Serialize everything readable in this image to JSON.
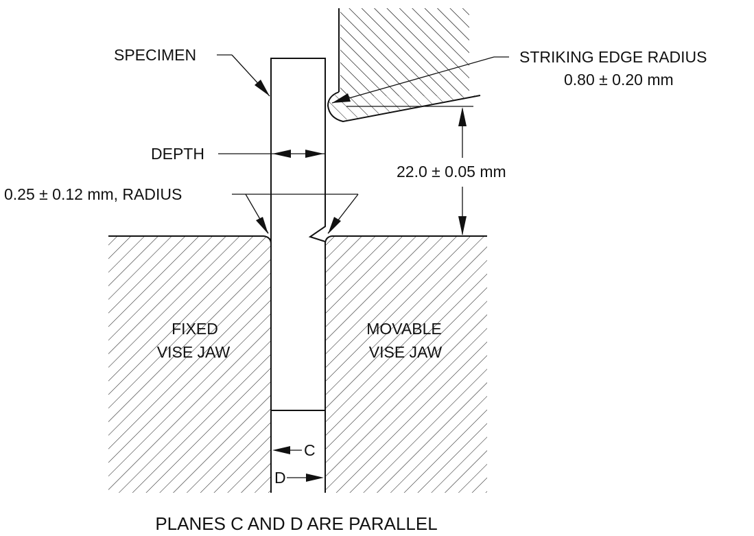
{
  "labels": {
    "specimen": "SPECIMEN",
    "striking_edge_line1": "STRIKING EDGE RADIUS",
    "striking_edge_line2": "0.80 ± 0.20 mm",
    "depth": "DEPTH",
    "height_dimension": "22.0 ± 0.05 mm",
    "notch_radius": "0.25 ± 0.12 mm, RADIUS",
    "fixed_jaw_line1": "FIXED",
    "fixed_jaw_line2": "VISE JAW",
    "movable_jaw_line1": "MOVABLE",
    "movable_jaw_line2": "VISE JAW",
    "plane_c": "C",
    "plane_d": "D",
    "caption": "PLANES C AND D ARE PARALLEL"
  }
}
